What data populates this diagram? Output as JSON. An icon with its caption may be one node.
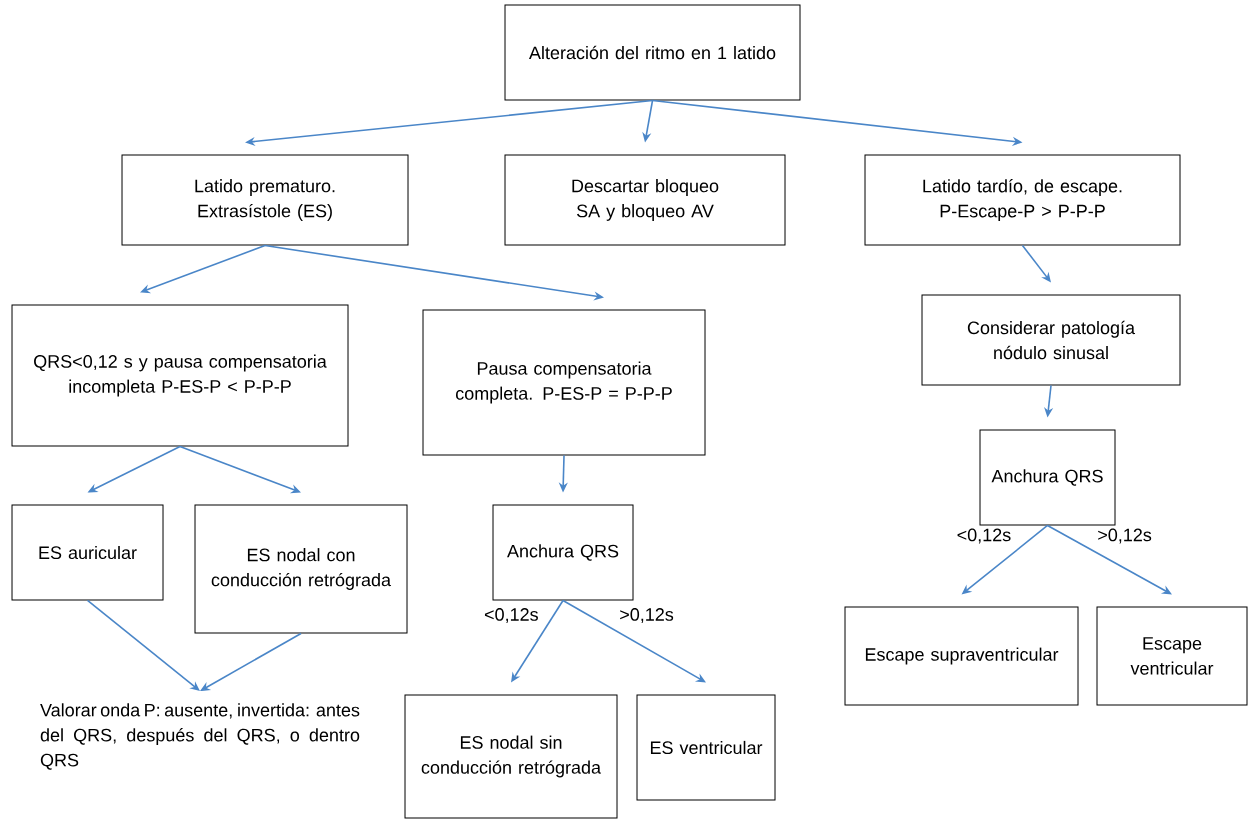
{
  "diagram": {
    "nodes": [
      {
        "text": [
          "Alteración del ritmo en 1 latido"
        ]
      },
      {
        "text": [
          "Latido prematuro. Extrasístole (ES)"
        ]
      },
      {
        "text": [
          "Descartar bloqueo SA y bloqueo AV"
        ]
      },
      {
        "text": [
          "Latido tardío, de escape. P-Escape-P > P-P-P"
        ]
      },
      {
        "text": [
          "QRS<0,12 s y pausa compensatoria incompleta P-ES-P < P-P-P"
        ]
      },
      {
        "text": [
          "Pausa compensatoria completa. P-ES-P = P-P-P"
        ]
      },
      {
        "text": [
          "Considerar patología nódulo sinusal"
        ]
      },
      {
        "text": [
          "ES auricular"
        ]
      },
      {
        "text": [
          "ES nodal con conducción retrógrada"
        ]
      },
      {
        "text": [
          "Anchura QRS"
        ]
      },
      {
        "text": [
          "Anchura QRS"
        ]
      },
      {
        "text": [
          "Valorar onda P: ausente, invertida: antes del QRS, después del QRS, o dentro QRS"
        ]
      },
      {
        "text": [
          "ES nodal sin conducción retrógrada"
        ]
      },
      {
        "text": [
          "ES ventricular"
        ]
      },
      {
        "text": [
          "Escape supraventricular"
        ]
      },
      {
        "text": [
          "Escape ventricular"
        ]
      }
    ],
    "edges": [
      {
        "from": 0,
        "to": 1,
        "arrow": "to"
      },
      {
        "from": 0,
        "to": 2,
        "arrow": "to"
      },
      {
        "from": 0,
        "to": 3,
        "arrow": "to"
      },
      {
        "from": 1,
        "to": 4,
        "arrow": "to"
      },
      {
        "from": 1,
        "to": 5,
        "arrow": "to"
      },
      {
        "from": 3,
        "to": 6,
        "arrow": "to"
      },
      {
        "from": 4,
        "to": 7,
        "arrow": "to"
      },
      {
        "from": 4,
        "to": 8,
        "arrow": "to"
      },
      {
        "from": 5,
        "to": 9,
        "arrow": "to"
      },
      {
        "from": 6,
        "to": 10,
        "arrow": "to"
      },
      {
        "from": 7,
        "to": 11,
        "arrow": "to"
      },
      {
        "from": 8,
        "to": 11,
        "arrow": "to"
      },
      {
        "from": 9,
        "to": 12,
        "arrow": "to",
        "label": "<0,12s"
      },
      {
        "from": 9,
        "to": 13,
        "arrow": "to",
        "label": ">0,12s"
      },
      {
        "from": 10,
        "to": 14,
        "arrow": "to",
        "label": "<0,12s"
      },
      {
        "from": 10,
        "to": 15,
        "arrow": "to",
        "label": ">0,12s"
      }
    ]
  }
}
